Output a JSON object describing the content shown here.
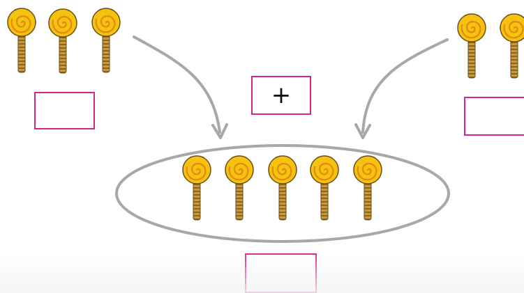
{
  "operator": {
    "symbol": "+"
  },
  "groups": {
    "left": {
      "lollipops": 3,
      "answer": ""
    },
    "right": {
      "lollipops": 2,
      "answer": ""
    },
    "total": {
      "lollipops": 5,
      "answer": ""
    }
  },
  "colors": {
    "box_border": "#d6258a",
    "arrow": "#a8a8a8",
    "candy": "#f5c20f",
    "candy_swirl": "#e79a14",
    "stick": "#b5892d"
  },
  "icons": [
    "lollipop-icon",
    "arrow-icon"
  ]
}
